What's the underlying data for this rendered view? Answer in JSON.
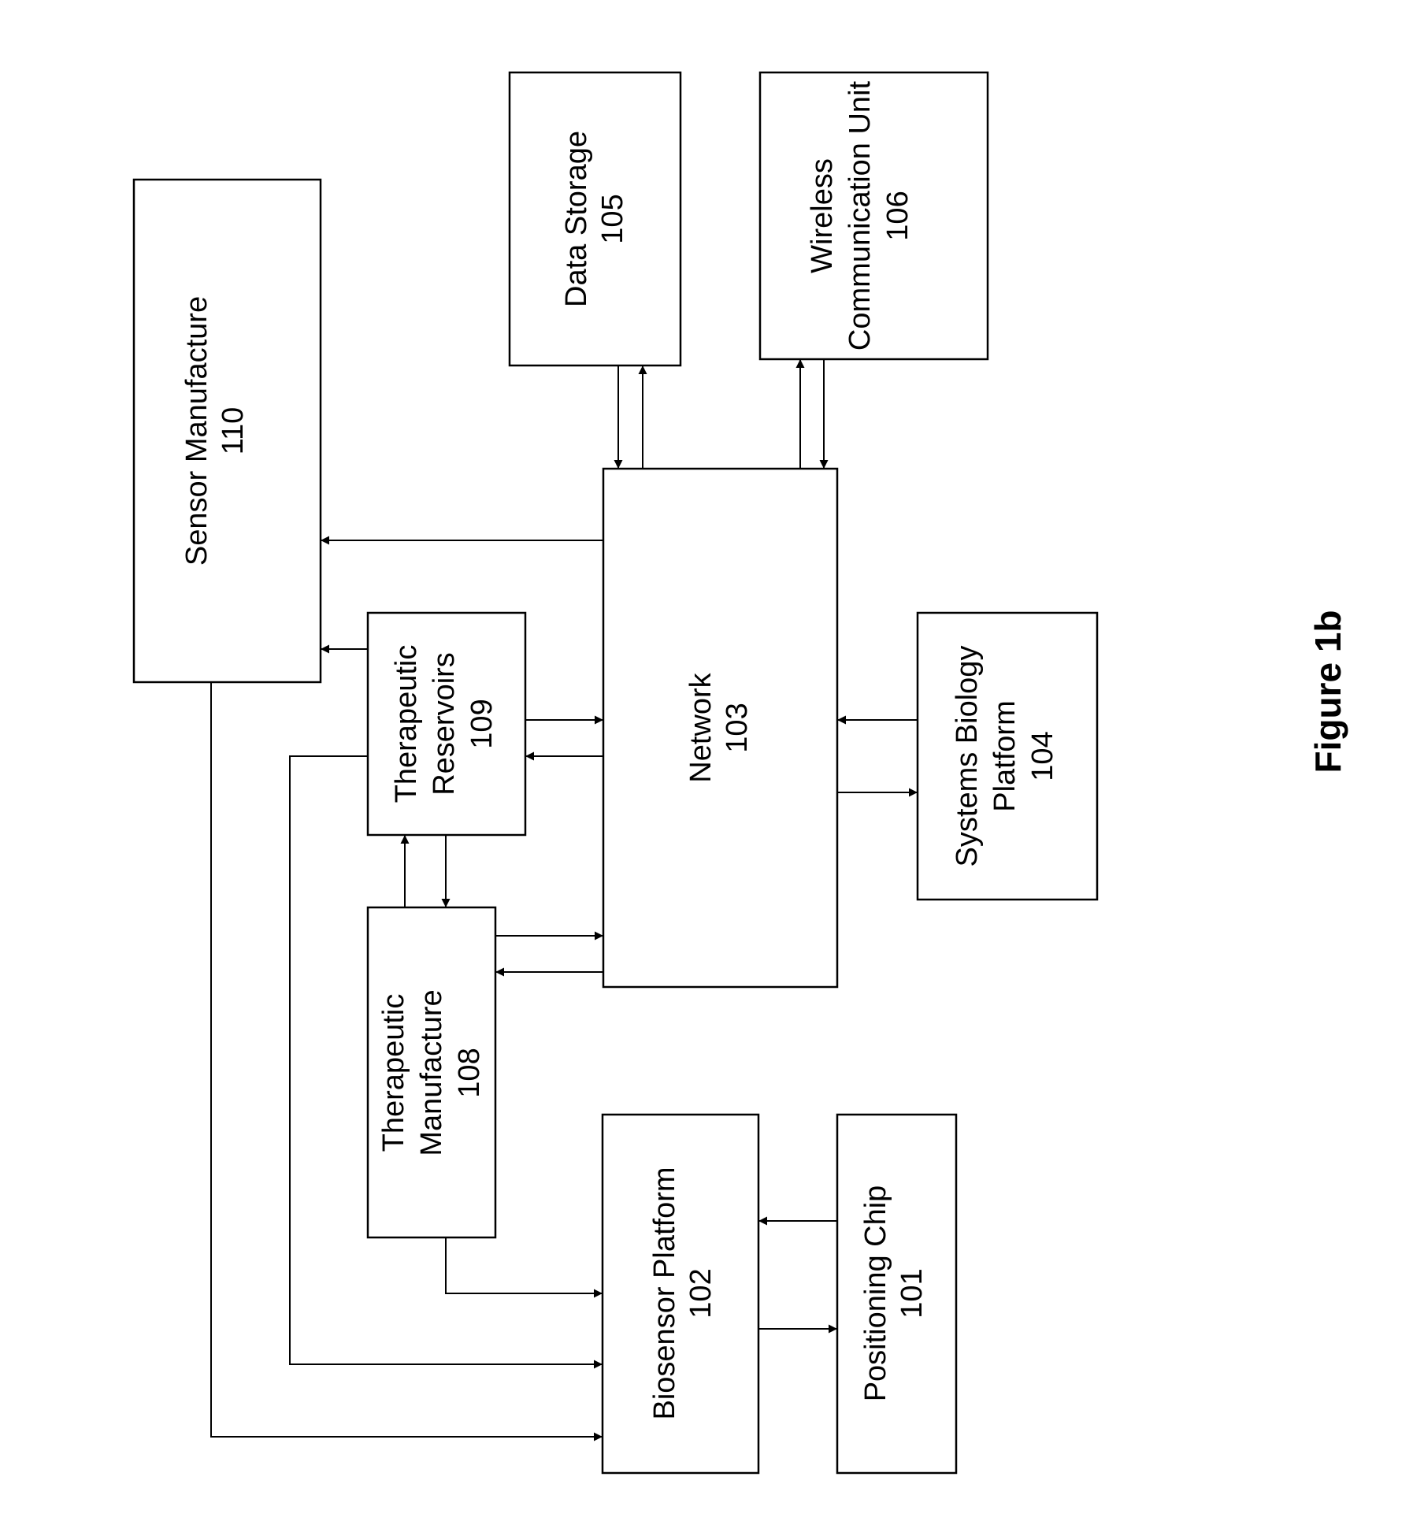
{
  "figure_label": "Figure 1b",
  "blocks": {
    "sensor_manufacture": {
      "name": "Sensor Manufacture",
      "number": "110"
    },
    "data_storage": {
      "name": "Data Storage",
      "number": "105"
    },
    "wireless": {
      "name_line1": "Wireless",
      "name_line2": "Communication Unit",
      "number": "106"
    },
    "therapeutic_reservoirs": {
      "name_line1": "Therapeutic",
      "name_line2": "Reservoirs",
      "number": "109"
    },
    "network": {
      "name": "Network",
      "number": "103"
    },
    "systems_biology": {
      "name_line1": "Systems Biology",
      "name_line2": "Platform",
      "number": "104"
    },
    "therapeutic_manufacture": {
      "name_line1": "Therapeutic",
      "name_line2": "Manufacture",
      "number": "108"
    },
    "biosensor_platform": {
      "name": "Biosensor Platform",
      "number": "102"
    },
    "positioning_chip": {
      "name": "Positioning Chip",
      "number": "101"
    }
  }
}
